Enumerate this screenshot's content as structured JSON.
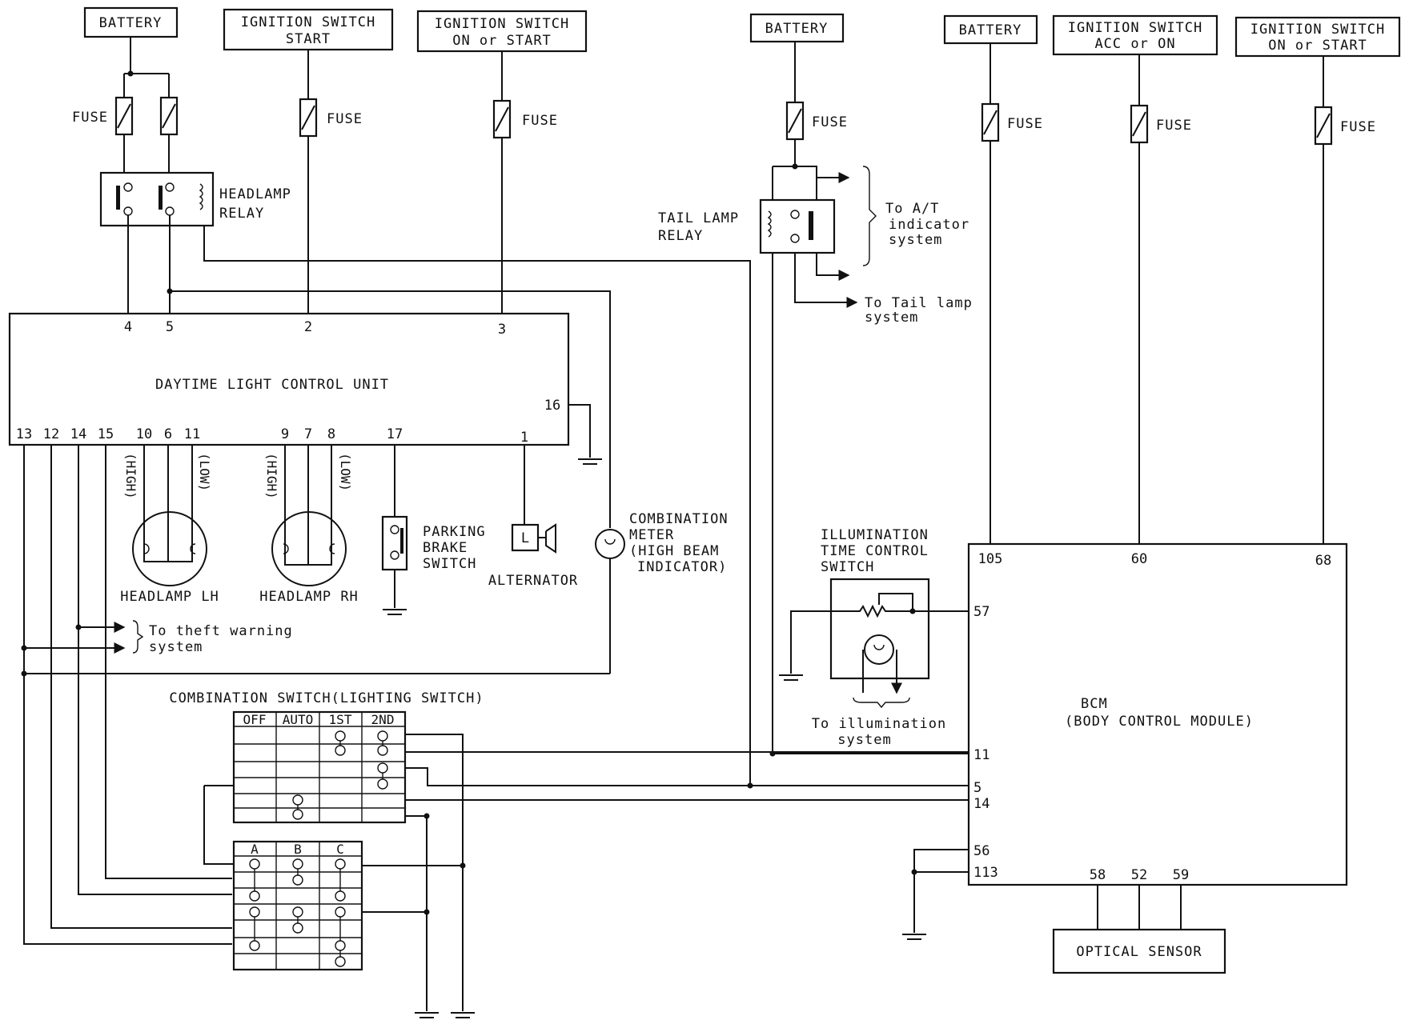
{
  "sources": [
    {
      "id": "bat1",
      "label": "BATTERY"
    },
    {
      "id": "ign1",
      "label": [
        "IGNITION SWITCH",
        "START"
      ]
    },
    {
      "id": "ign2",
      "label": [
        "IGNITION SWITCH",
        "ON or START"
      ]
    },
    {
      "id": "bat2",
      "label": "BATTERY"
    },
    {
      "id": "bat3",
      "label": "BATTERY"
    },
    {
      "id": "ign3",
      "label": [
        "IGNITION SWITCH",
        "ACC or ON"
      ]
    },
    {
      "id": "ign4",
      "label": [
        "IGNITION SWITCH",
        "ON or START"
      ]
    }
  ],
  "fuse_label": "FUSE",
  "headlamp_relay": [
    "HEADLAMP",
    "RELAY"
  ],
  "tail_lamp_relay": [
    "TAIL LAMP",
    "RELAY"
  ],
  "to_at": [
    "To A/T",
    "indicator",
    "system"
  ],
  "to_tail": [
    "To Tail lamp",
    "system"
  ],
  "dlcu": {
    "title": "DAYTIME LIGHT CONTROL UNIT",
    "top_pins": [
      "4",
      "5",
      "2",
      "3"
    ],
    "right_pin": "16",
    "bottom_pins": [
      "13",
      "12",
      "14",
      "15",
      "10",
      "6",
      "11",
      "9",
      "7",
      "8",
      "17",
      "1"
    ]
  },
  "headlamp_lh": "HEADLAMP LH",
  "headlamp_rh": "HEADLAMP RH",
  "high": "(HIGH)",
  "low": "(LOW)",
  "parking_brake": [
    "PARKING",
    "BRAKE",
    "SWITCH"
  ],
  "alternator": "ALTERNATOR",
  "alt_l": "L",
  "comb_meter": [
    "COMBINATION",
    "METER",
    "(HIGH BEAM",
    "INDICATOR)"
  ],
  "theft": [
    "To theft warning",
    "system"
  ],
  "illum_switch": [
    "ILLUMINATION",
    "TIME CONTROL",
    "SWITCH"
  ],
  "to_illum": [
    "To illumination",
    "system"
  ],
  "comb_switch": {
    "title": "COMBINATION SWITCH(LIGHTING SWITCH)",
    "upper_headers": [
      "OFF",
      "AUTO",
      "1ST",
      "2ND"
    ],
    "lower_headers": [
      "A",
      "B",
      "C"
    ]
  },
  "bcm": {
    "title": [
      "BCM",
      "(BODY CONTROL MODULE)"
    ],
    "top_pins": [
      "105",
      "60",
      "68"
    ],
    "left_pins": [
      "57",
      "11",
      "5",
      "14",
      "56",
      "113"
    ],
    "bottom_pins": [
      "58",
      "52",
      "59"
    ]
  },
  "optical_sensor": "OPTICAL SENSOR"
}
